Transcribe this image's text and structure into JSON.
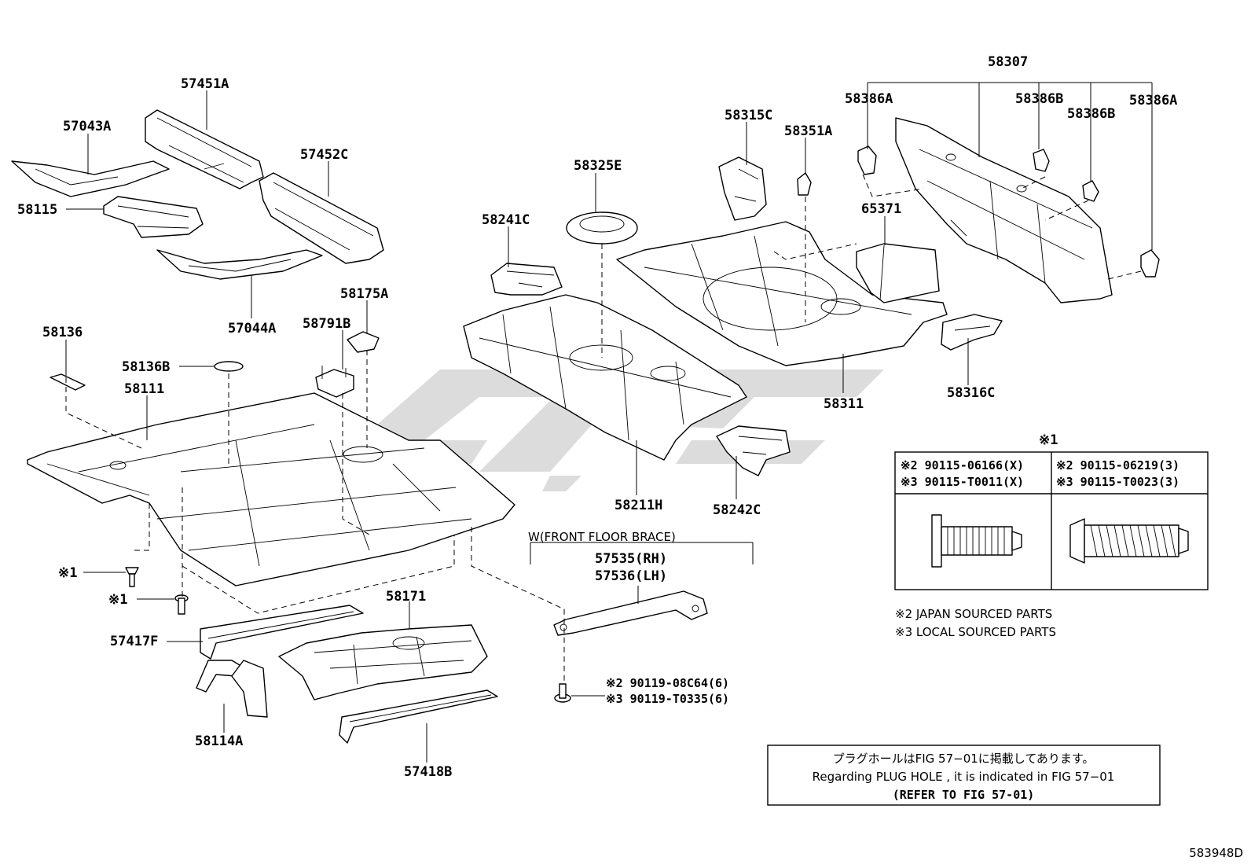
{
  "labels": {
    "l57451a": "57451A",
    "l57043a": "57043A",
    "l57452c": "57452C",
    "l58115": "58115",
    "l57044a": "57044A",
    "l58175a": "58175A",
    "l58791b": "58791B",
    "l58136": "58136",
    "l58136b": "58136B",
    "l58111": "58111",
    "l58325e": "58325E",
    "l58241c": "58241C",
    "l58315c": "58315C",
    "l58351a": "58351A",
    "l65371": "65371",
    "l58307": "58307",
    "l58386a_left": "58386A",
    "l58386b_a": "58386B",
    "l58386b_b": "58386B",
    "l58386a_right": "58386A",
    "l58316c": "58316C",
    "l58311": "58311",
    "l58211h": "58211H",
    "l58242c": "58242C",
    "l58171": "58171",
    "l57417f": "57417F",
    "l58114a": "58114A",
    "l57418b": "57418B",
    "l57535": "57535(RH)",
    "l57536": "57536(LH)",
    "brace_caption": "W(FRONT FLOOR BRACE)",
    "mark1_a": "※1",
    "mark1_b": "※1",
    "bolt_a": "※2 90119-08C64(6)",
    "bolt_b": "※3 90119-T0335(6)"
  },
  "fastener_table": {
    "title": "※1",
    "col1_line1": "※2 90115-06166(X)",
    "col1_line2": "※3 90115-T0011(X)",
    "col2_line1": "※2 90115-06219(3)",
    "col2_line2": "※3 90115-T0023(3)"
  },
  "notes": {
    "japan": "※2 JAPAN SOURCED PARTS",
    "local": "※3 LOCAL SOURCED PARTS"
  },
  "notice": {
    "line1": "プラグホールはFIG 57−01に掲載してあります。",
    "line2": "Regarding PLUG HOLE , it is indicated in FIG 57−01",
    "line3": "(REFER TO FIG 57-01)"
  },
  "figure_id": "583948D",
  "colors": {
    "line": "#000000",
    "watermark": "#d6d6d6"
  }
}
